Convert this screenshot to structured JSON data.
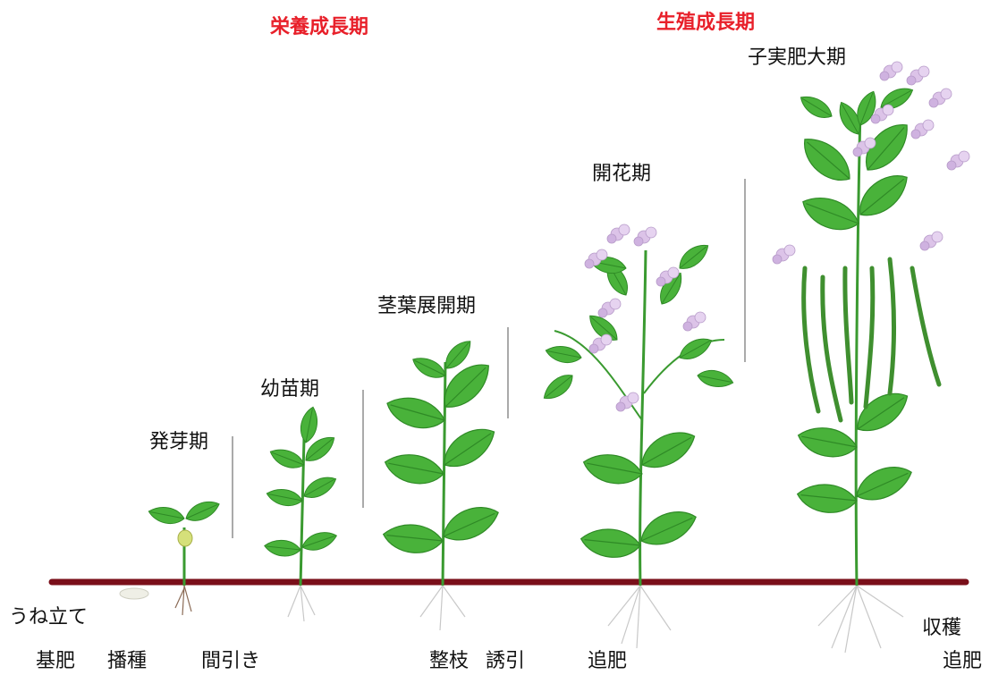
{
  "phases": {
    "vegetative": "栄養成長期",
    "reproductive": "生殖成長期"
  },
  "stages": {
    "germination": "発芽期",
    "seedling": "幼苗期",
    "leaf_expansion": "茎葉展開期",
    "flowering": "開花期",
    "pod_enlargement": "子実肥大期"
  },
  "tasks": {
    "ridging": "うね立て",
    "base_fertilizer": "基肥",
    "sowing": "播種",
    "thinning": "間引き",
    "pruning": "整枝",
    "training": "誘引",
    "top_dressing_1": "追肥",
    "harvest": "収穫",
    "top_dressing_2": "追肥"
  },
  "colors": {
    "phase_text": "#e8202a",
    "soil_line": "#7a0f1a",
    "leaf": "#49b23a",
    "leaf_dark": "#2f8a26",
    "flower": "#dcc3e8",
    "root": "#bdbdbd"
  }
}
